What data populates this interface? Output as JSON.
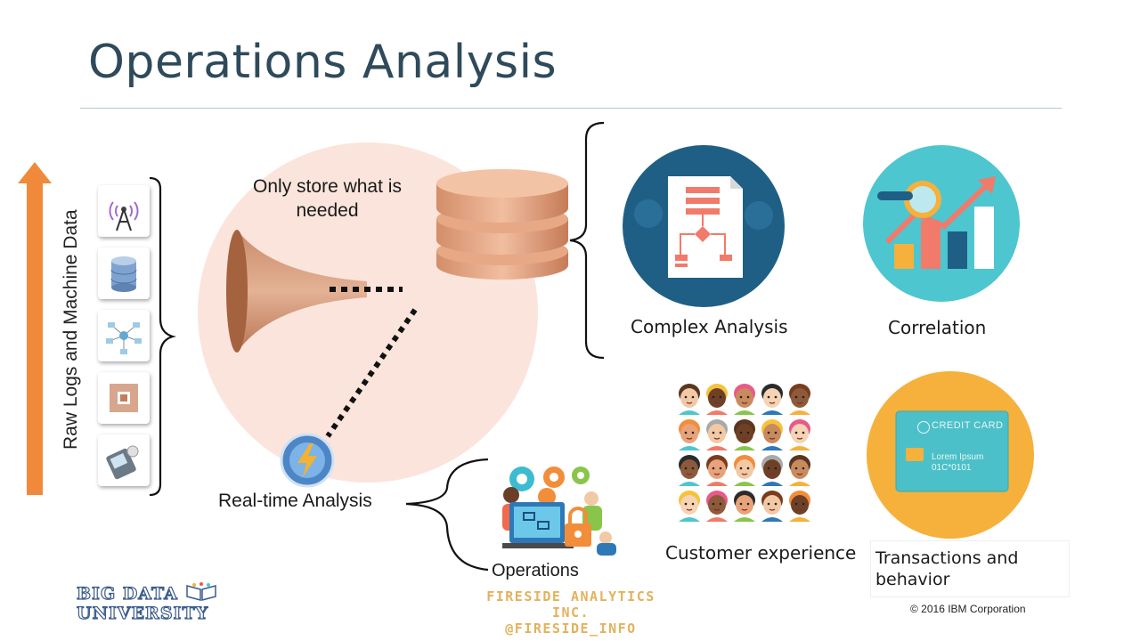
{
  "slide": {
    "title": "Operations Analysis",
    "vertical_label": "Raw Logs and Machine Data",
    "store_text": "Only store what is needed",
    "realtime_label": "Real-time Analysis",
    "operations_label": "Operations",
    "complex_label": "Complex Analysis",
    "correlation_label": "Correlation",
    "customer_label": "Customer experience",
    "transactions_label": "Transactions and behavior",
    "credit_card_title": "CREDIT CARD",
    "credit_card_name": "Lorem Ipsum",
    "credit_card_number": "01C*0101",
    "fireside_line1": "FIRESIDE ANALYTICS INC.",
    "fireside_line2": "@FIRESIDE_INFO",
    "copyright": "© 2016 IBM Corporation",
    "bdu_line1": "BIG DATA",
    "bdu_line2": "UNIVERSITY"
  },
  "source_icons": [
    "antenna-icon",
    "database-icon",
    "network-icon",
    "chip-icon",
    "phone-icon"
  ],
  "colors": {
    "title": "#2e4a5b",
    "arrow": "#f08a3a",
    "circle": "#fbe4dc",
    "complex_bg": "#1f5f86",
    "correlation_bg": "#4dc6cf",
    "transactions_bg": "#f5b13b",
    "fireside": "#e2b25d"
  }
}
